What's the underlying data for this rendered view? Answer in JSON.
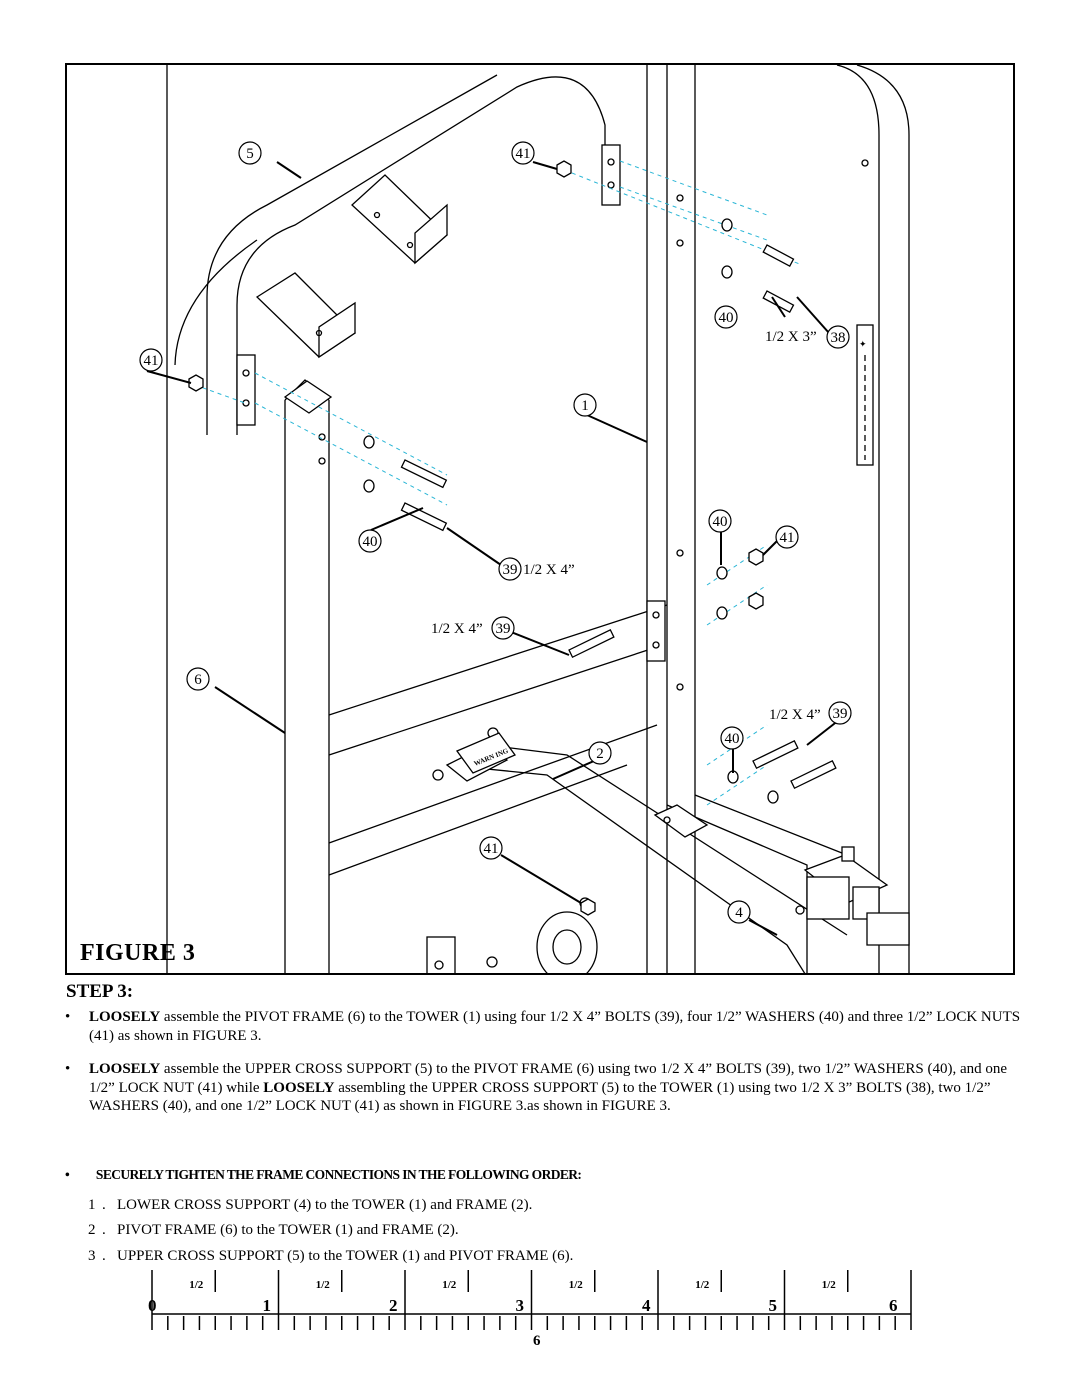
{
  "figure": {
    "title": "FIGURE 3",
    "callouts": {
      "c5": "5",
      "c41a": "41",
      "c41b": "41",
      "c40a": "40",
      "c38": "38",
      "c1": "1",
      "c40b": "40",
      "c39a": "39",
      "c39b": "39",
      "c6": "6",
      "c40c": "40",
      "c41c": "41",
      "c39c": "39",
      "c40d": "40",
      "c2": "2",
      "c41d": "41",
      "c4": "4"
    },
    "labels": {
      "l38": "1/2 X 3”",
      "l39a": "1/2 X 4”",
      "l39b": "1/2 X 4”",
      "l39c": "1/2 X 4”"
    },
    "decal_text": "WARN ING"
  },
  "step": {
    "title": "STEP 3:",
    "p1_bold": "LOOSELY",
    "p1_text": " assemble the PIVOT FRAME (6) to the TOWER (1) using four 1/2 X 4” BOLTS (39), four 1/2” WASHERS (40) and three 1/2” LOCK NUTS (41) as shown in FIGURE 3.",
    "p2_bold": "LOOSELY",
    "p2_text_a": " assemble the UPPER CROSS SUPPORT (5) to the PIVOT FRAME (6) using two 1/2 X 4” BOLTS (39), two 1/2” WASHERS (40), and one 1/2” LOCK NUT (41) while ",
    "p2_bold2": "LOOSELY",
    "p2_text_b": " assembling the UPPER CROSS SUPPORT (5) to the TOWER (1) using two 1/2 X 3” BOLTS (38), two 1/2” WASHERS (40), and one 1/2” LOCK NUT (41) as shown in FIGURE 3.as shown in FIGURE 3.",
    "heading": "SECURELY TIGHTEN THE FRAME CONNECTIONS IN THE FOLLOWING ORDER:",
    "order": [
      {
        "num": "1",
        "text": "LOWER CROSS SUPPORT (4) to the TOWER (1) and FRAME (2)."
      },
      {
        "num": "2",
        "text": "PIVOT FRAME (6) to the TOWER (1) and FRAME (2)."
      },
      {
        "num": "3",
        "text": "UPPER CROSS SUPPORT (5) to the TOWER (1) and PIVOT FRAME (6)."
      }
    ]
  },
  "ruler": {
    "numbers": [
      "0",
      "1",
      "2",
      "3",
      "4",
      "5",
      "6"
    ],
    "half_label": "1/2"
  },
  "page_number": "6",
  "bullet": "•"
}
